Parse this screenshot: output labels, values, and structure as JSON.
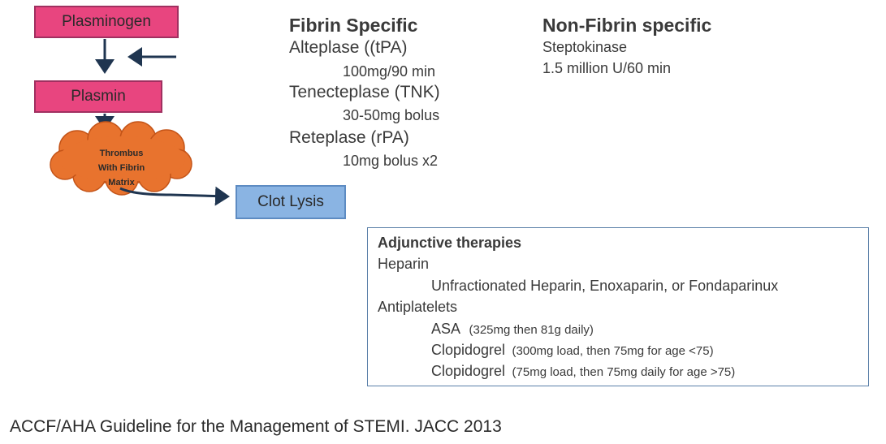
{
  "flow": {
    "plasminogen": "Plasminogen",
    "plasmin": "Plasmin",
    "thrombus": [
      "Thrombus",
      "With Fibrin",
      "Matrix"
    ],
    "clot_lysis": "Clot Lysis"
  },
  "fibrin_specific": {
    "heading": "Fibrin Specific",
    "drugs": [
      {
        "name": "Alteplase ((tPA)",
        "dose": "100mg/90 min"
      },
      {
        "name": "Tenecteplase (TNK)",
        "dose": "30-50mg bolus"
      },
      {
        "name": "Reteplase (rPA)",
        "dose": "10mg bolus x2"
      }
    ]
  },
  "non_fibrin_specific": {
    "heading": "Non-Fibrin specific",
    "drug": "Steptokinase",
    "dose": "1.5 million U/60 min"
  },
  "adjunctive": {
    "title": "Adjunctive therapies",
    "heparin": "Heparin",
    "heparin_detail": "Unfractionated Heparin, Enoxaparin, or Fondaparinux",
    "antiplatelets": "Antiplatelets",
    "items": [
      {
        "name": "ASA",
        "detail": "(325mg then 81g daily)"
      },
      {
        "name": "Clopidogrel",
        "detail": "(300mg load, then 75mg for age <75)"
      },
      {
        "name": "Clopidogrel",
        "detail": "(75mg load, then 75mg daily for age >75)"
      }
    ]
  },
  "footer": "ACCF/AHA Guideline for the Management of STEMI. JACC 2013",
  "colors": {
    "pink_box": "#e8457f",
    "blue_box": "#8ab4e3",
    "cloud": "#e8732e",
    "arrow": "#1f3550"
  }
}
